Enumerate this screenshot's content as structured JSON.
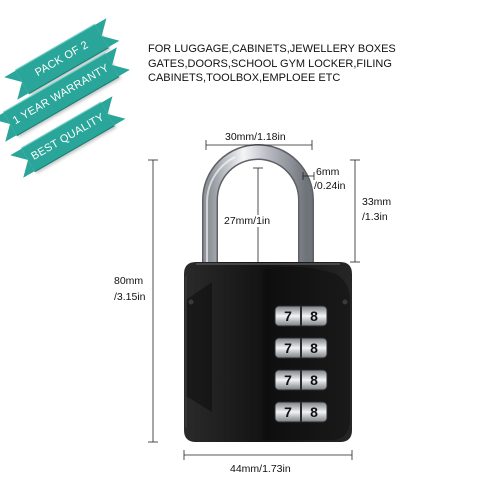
{
  "badges": {
    "pack": "PACK OF 2",
    "warranty": "1 YEAR WARRANTY",
    "quality": "BEST QUALITY"
  },
  "description": {
    "line1": "FOR LUGGAGE,CABINETS,JEWELLERY BOXES",
    "line2": "GATES,DOORS,SCHOOL GYM LOCKER,FILING",
    "line3": "CABINETS,TOOLBOX,EMPLOEE ETC"
  },
  "dimensions": {
    "shackle_width": "30mm/1.18in",
    "shackle_thickness_mm": "6mm",
    "shackle_thickness_in": "/0.24in",
    "shackle_height_mm": "33mm",
    "shackle_height_in": "/1.3in",
    "inner_height": "27mm/1in",
    "total_height_mm": "80mm",
    "total_height_in": "/3.15in",
    "body_width": "44mm/1.73in"
  },
  "dials": [
    "7",
    "8"
  ],
  "colors": {
    "ribbon": "#2aa59a",
    "lock_body": "#1b1b1b",
    "shackle": "#c8cbd0"
  }
}
